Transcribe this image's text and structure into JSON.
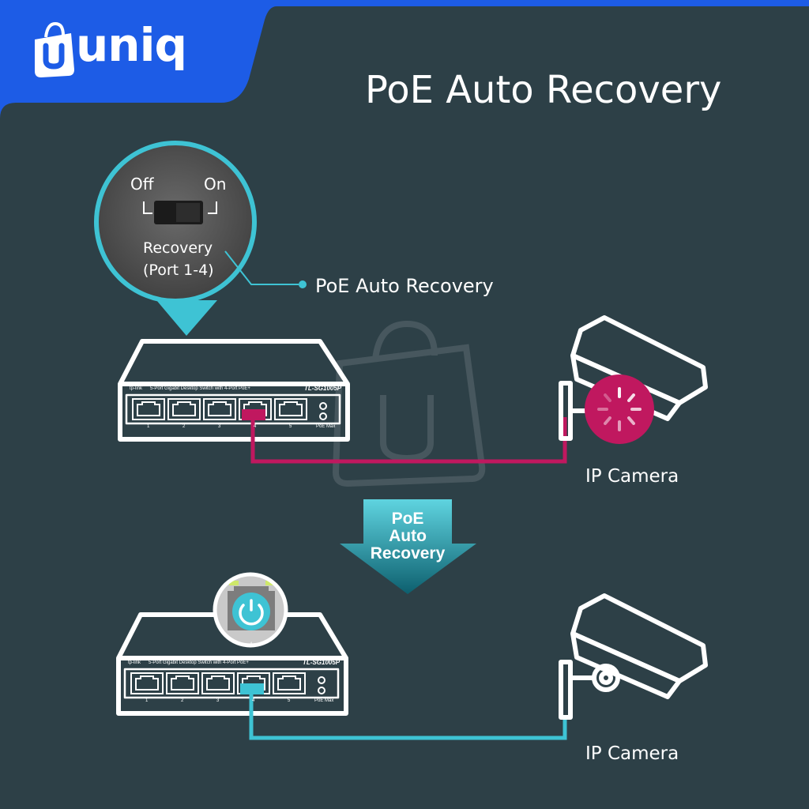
{
  "brand": {
    "name": "uniq",
    "icon": "shopping-bag-icon",
    "color": "#1d5ce6"
  },
  "title": "PoE Auto Recovery",
  "colors": {
    "background": "#2d4047",
    "accent_pink": "#c0185f",
    "accent_teal": "#3ec3d4",
    "stroke": "#ffffff"
  },
  "magnifier": {
    "off_label": "Off",
    "on_label": "On",
    "recovery_line1": "Recovery",
    "recovery_line2": "(Port 1-4)"
  },
  "callout": {
    "label": "PoE Auto Recovery"
  },
  "switch": {
    "brand_label": "tp-link",
    "description": "5-Port Gigabit Desktop Switch with 4-Port PoE+",
    "model": "TL-SG1005P",
    "port_numbers": [
      "1",
      "2",
      "3",
      "4",
      "5"
    ],
    "poe_max_label": "PoE Max"
  },
  "arrow": {
    "line1": "PoE",
    "line2": "Auto",
    "line3": "Recovery"
  },
  "zoom_port_number": "4",
  "camera_label": "IP Camera"
}
